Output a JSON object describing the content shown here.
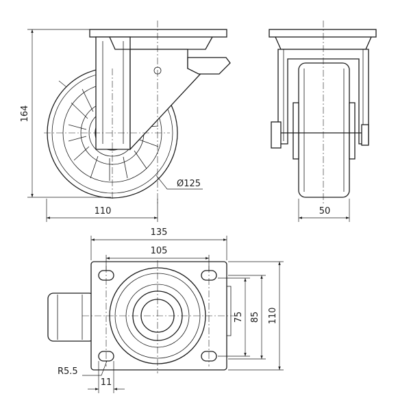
{
  "dimensions": {
    "height": "164",
    "wheel_diameter": "Ø125",
    "offset": "110",
    "wheel_width": "50",
    "plate_length": "135",
    "bolt_spacing_length": "105",
    "bolt_spacing_width": "75",
    "plate_width_inner": "85",
    "plate_width": "110",
    "slot_radius": "R5.5",
    "slot_length": "11"
  },
  "colors": {
    "line": "#1a1a1a",
    "background": "#ffffff"
  }
}
